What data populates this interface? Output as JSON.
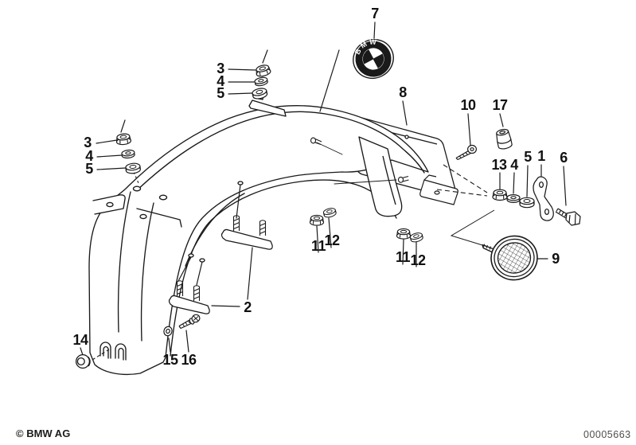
{
  "page": {
    "copyright": "© BMW AG",
    "document_number": "00005663"
  },
  "emblem": {
    "text": "BMW"
  },
  "colors": {
    "line": "#1a1a1a",
    "background": "#ffffff",
    "label": "#111111",
    "doc_number": "#4f4f4f"
  },
  "callouts": [
    {
      "part": "7"
    },
    {
      "part": "3"
    },
    {
      "part": "4"
    },
    {
      "part": "5"
    },
    {
      "part": "8"
    },
    {
      "part": "10"
    },
    {
      "part": "17"
    },
    {
      "part": "3"
    },
    {
      "part": "4"
    },
    {
      "part": "5"
    },
    {
      "part": "13"
    },
    {
      "part": "4"
    },
    {
      "part": "5"
    },
    {
      "part": "1"
    },
    {
      "part": "6"
    },
    {
      "part": "9"
    },
    {
      "part": "11"
    },
    {
      "part": "12"
    },
    {
      "part": "11"
    },
    {
      "part": "12"
    },
    {
      "part": "2"
    },
    {
      "part": "14"
    },
    {
      "part": "15"
    },
    {
      "part": "16"
    }
  ]
}
